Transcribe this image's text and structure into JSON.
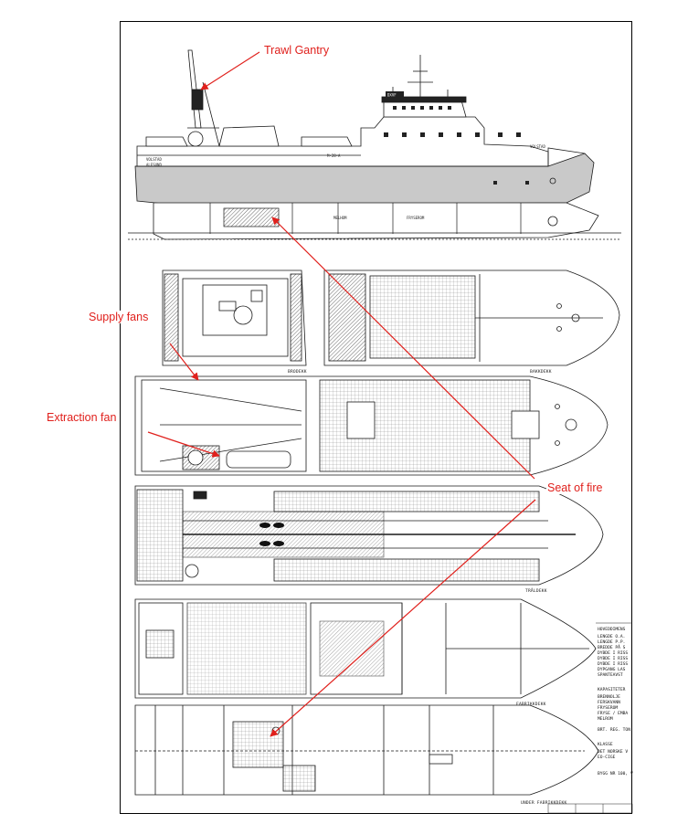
{
  "annotations": {
    "trawl_gantry": "Trawl Gantry",
    "supply_fans": "Supply fans",
    "extraction_fan": "Extraction fan",
    "seat_of_fire": "Seat of fire"
  },
  "vessel": {
    "name": "VOLSTAD",
    "home_port": "ALESUND",
    "registration": "M-28-A",
    "call_sign": "DXVF",
    "hold_label": "MELHOM",
    "hold_label_2": "FRYSEROM"
  },
  "decks": {
    "bro": "BRODEKK",
    "bakk": "BAKKDEKK",
    "tral": "TRÅLDEKK",
    "fabrikk": "FABRIKKDEKK",
    "under_fabrikk": "UNDER FABRIKKDEKK"
  },
  "specs": {
    "heading": "HOVEDDIMENS",
    "lines": [
      "LENGDE O.A.",
      "LENGDE P.P.",
      "BREDDE PÅ S",
      "DYBDE I RISS",
      "DYBDE I RISS",
      "DYBDE I RISS",
      "DYPGANG LAS",
      "SPANTEAVST"
    ],
    "capacity_heading": "KAPASITETER",
    "capacity_lines": [
      "BRENNOLJE",
      "FERSKVANN",
      "FRYSEROM",
      "FRYSE / EMBA",
      "MELROM"
    ],
    "brt": "BRT. REG. TON",
    "class_heading": "KLASSE",
    "class_lines": [
      "DET NORSKE V",
      "EO-CIGE"
    ],
    "build_no": "BYGG NR 100, V"
  },
  "colors": {
    "annotation": "#e0201c",
    "hull_grey": "#c9c9c9",
    "line": "#1a1a1a"
  }
}
